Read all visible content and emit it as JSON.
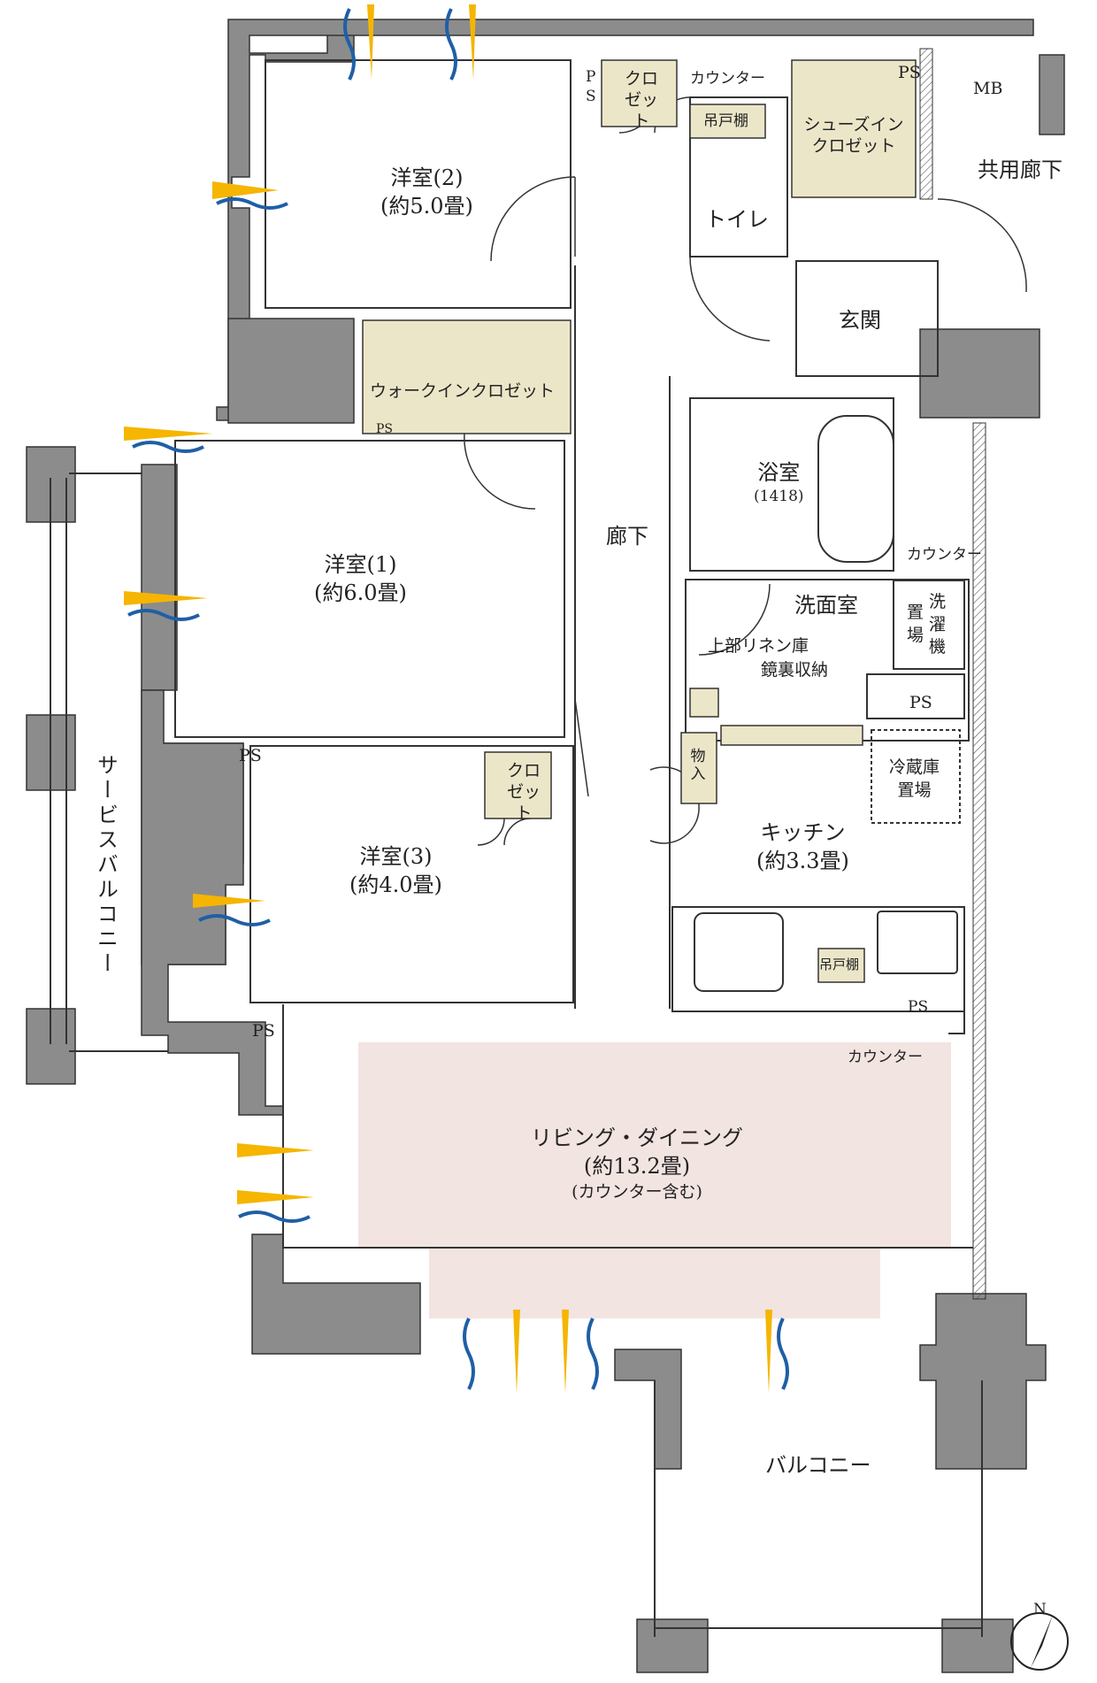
{
  "rooms": {
    "western2": {
      "name": "洋室(2)",
      "size": "(約5.0畳)"
    },
    "western1": {
      "name": "洋室(1)",
      "size": "(約6.0畳)"
    },
    "western3": {
      "name": "洋室(3)",
      "size": "(約4.0畳)"
    },
    "living": {
      "name": "リビング・ダイニング",
      "size": "(約13.2畳)",
      "note": "(カウンター含む)"
    },
    "kitchen": {
      "name": "キッチン",
      "size": "(約3.3畳)"
    },
    "bath": {
      "name": "浴室",
      "size": "(1418)"
    },
    "washroom": {
      "name": "洗面室"
    },
    "toilet": {
      "name": "トイレ"
    },
    "entrance": {
      "name": "玄関"
    },
    "hallway": {
      "name": "廊下"
    },
    "common_hall": {
      "name": "共用廊下"
    },
    "balcony": {
      "name": "バルコニー"
    },
    "service_balcony": {
      "name": "サービスバルコニー"
    }
  },
  "storage": {
    "closet_2": "クロゼット",
    "closet_3": "クロゼット",
    "walkin": "ウォークインクロゼット",
    "shoes": "シューズインクロゼット",
    "monoire": "物入",
    "hanging_toilet": "吊戸棚",
    "hanging_kitchen": "吊戸棚",
    "linen": "上部リネン庫",
    "mirror": "鏡裏収納"
  },
  "labels": {
    "ps": "PS",
    "ps_v1": "P",
    "ps_v2": "S",
    "mb": "MB",
    "counter": "カウンター",
    "washer_1": "洗",
    "washer_2": "濯",
    "washer_3": "機",
    "washer_4": "置",
    "washer_5": "場",
    "fridge_1": "冷蔵庫",
    "fridge_2": "置場",
    "north": "N"
  },
  "colors": {
    "wall": "#8c8c8c",
    "storage_fill": "#ece6c9",
    "living_highlight": "#f2e4e1",
    "sun": "#f5b500",
    "wind": "#1f5fa6"
  }
}
